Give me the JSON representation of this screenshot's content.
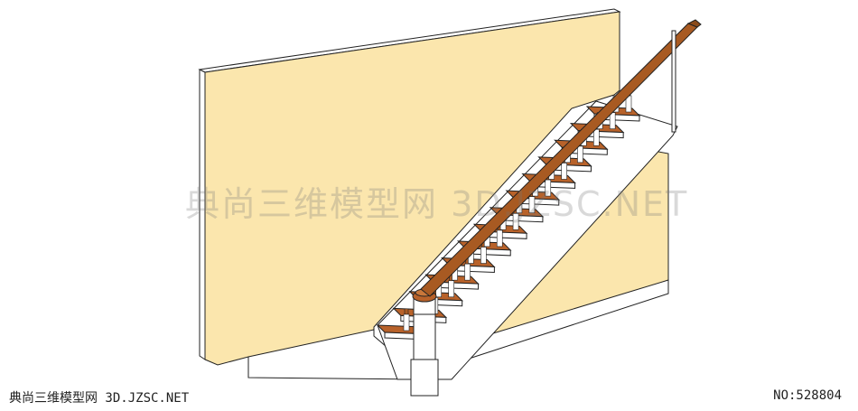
{
  "watermark": {
    "center_text": "典尚三维模型网 3D.JZSC.NET",
    "bottom_left_text": "典尚三维模型网 3D.JZSC.NET",
    "bottom_right_text": "NO:528804"
  },
  "colors": {
    "wall": "#fbe6ad",
    "wall_edge": "#ffffff",
    "tread": "#b8622a",
    "handrail": "#a85a22",
    "baluster": "#ffffff",
    "stringer": "#ffffff",
    "outline": "#222222"
  },
  "scene": {
    "object": "staircase-with-wall",
    "step_count": 14
  }
}
